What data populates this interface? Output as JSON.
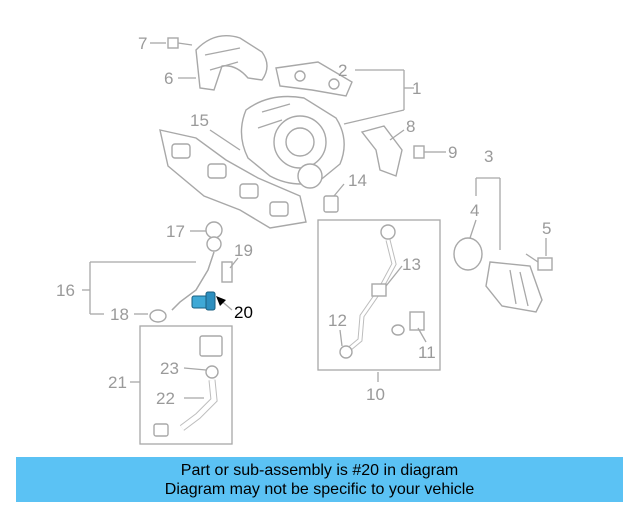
{
  "callouts": [
    "1",
    "2",
    "3",
    "4",
    "5",
    "6",
    "7",
    "8",
    "9",
    "10",
    "11",
    "12",
    "13",
    "14",
    "15",
    "16",
    "17",
    "18",
    "19",
    "20",
    "21",
    "22",
    "23"
  ],
  "highlight": {
    "label": "20",
    "color": "#3fa9d6"
  },
  "banner": {
    "line1": "Part or sub-assembly is #20 in diagram",
    "line2": "Diagram may not be specific to your vehicle",
    "color": "#5bc2f4"
  }
}
